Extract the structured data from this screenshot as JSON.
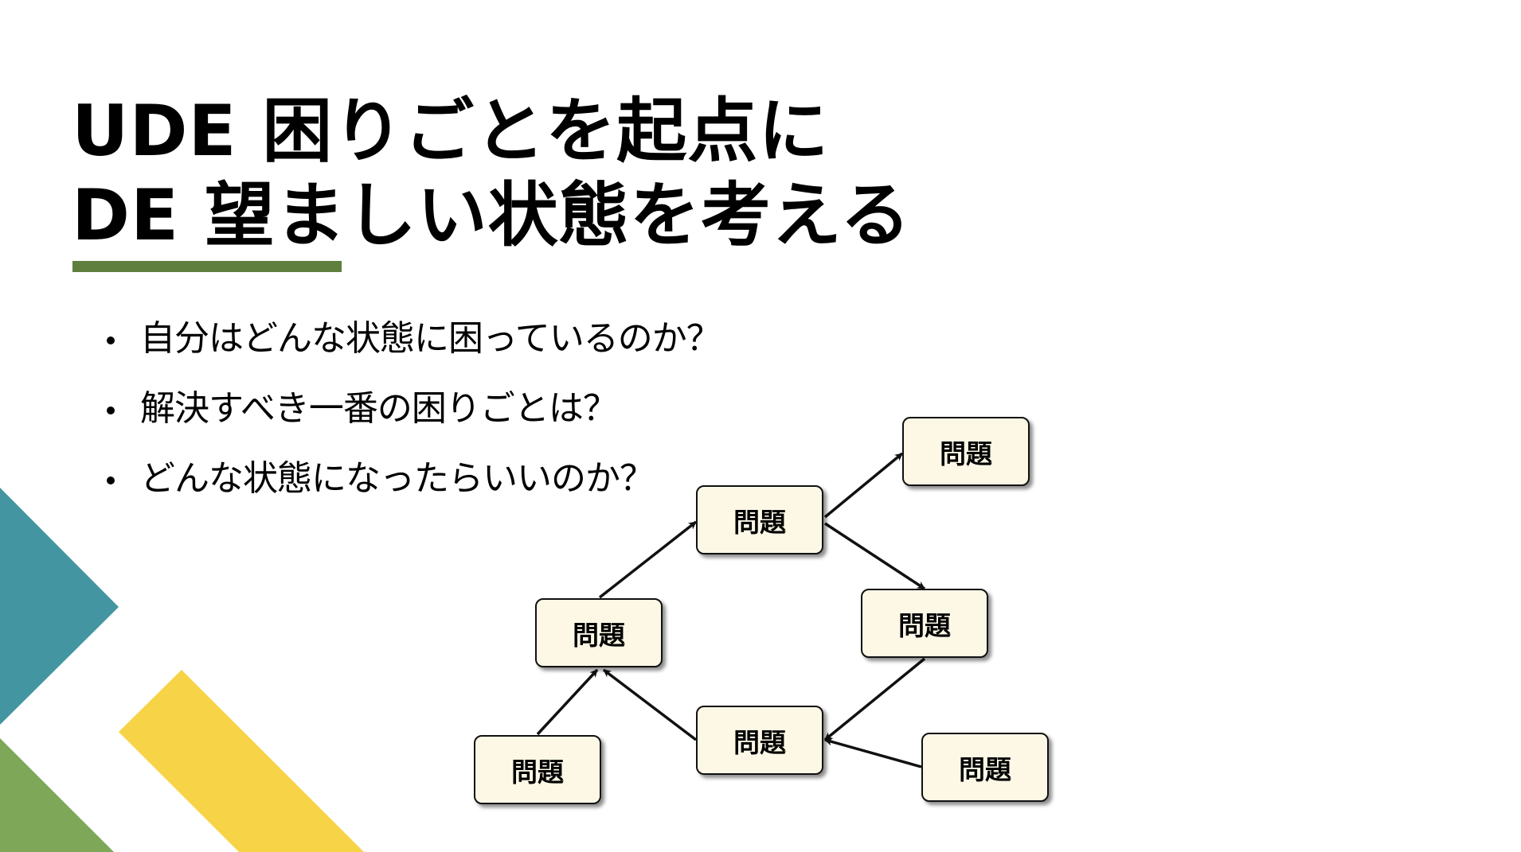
{
  "title": {
    "line1": "UDE 困りごとを起点に",
    "line2": "DE 望ましい状態を考える"
  },
  "bullets": [
    "自分はどんな状態に困っているのか？",
    "解決すべき一番の困りごとは？",
    "どんな状態になったらいいのか？"
  ],
  "diagram": {
    "nodes": [
      {
        "id": "a",
        "label": "問題"
      },
      {
        "id": "b",
        "label": "問題"
      },
      {
        "id": "c",
        "label": "問題"
      },
      {
        "id": "d",
        "label": "問題"
      },
      {
        "id": "e",
        "label": "問題"
      },
      {
        "id": "f",
        "label": "問題"
      },
      {
        "id": "g",
        "label": "問題"
      }
    ]
  },
  "colors": {
    "accent_green": "#5f7f3f",
    "teal": "#4396a1",
    "green": "#7ea757",
    "yellow": "#f7d347",
    "node_fill": "#fdf8e6"
  }
}
